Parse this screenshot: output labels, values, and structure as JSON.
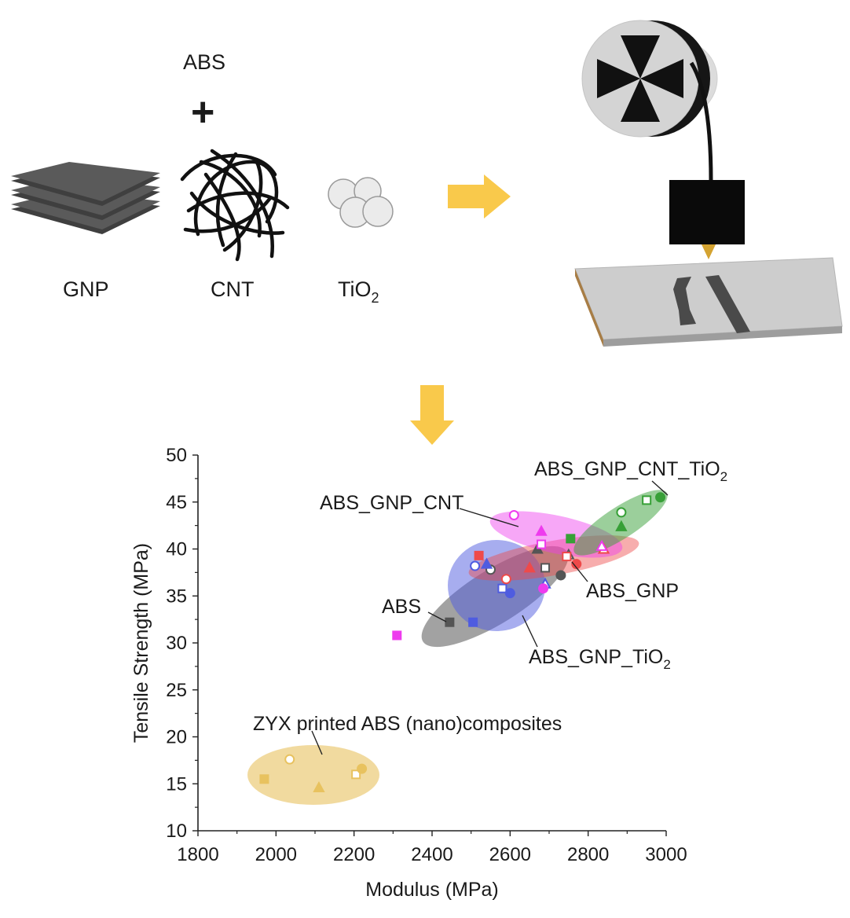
{
  "schematic": {
    "abs_label": "ABS",
    "plus_sign": "+",
    "gnp_label": "GNP",
    "cnt_label": "CNT",
    "tio2_label_main": "TiO",
    "tio2_label_sub": "2"
  },
  "chart_data": {
    "type": "scatter",
    "xlabel": "Modulus (MPa)",
    "ylabel": "Tensile Strength (MPa)",
    "xlim": [
      1800,
      3000
    ],
    "ylim": [
      10,
      50
    ],
    "xticks": [
      1800,
      2000,
      2200,
      2400,
      2600,
      2800,
      3000
    ],
    "yticks": [
      10,
      15,
      20,
      25,
      30,
      35,
      40,
      45,
      50
    ],
    "grid": false,
    "groups": [
      {
        "label": "ZYX printed ABS (nano)composites",
        "color": "#e8c25f",
        "points": [
          [
            1970,
            15.5
          ],
          [
            2035,
            17.6
          ],
          [
            2110,
            14.6
          ],
          [
            2205,
            16.0
          ],
          [
            2220,
            16.6
          ]
        ]
      },
      {
        "label": "ABS",
        "color": "#555555",
        "points": [
          [
            2445,
            32.2
          ],
          [
            2550,
            37.8
          ],
          [
            2670,
            40.0
          ],
          [
            2690,
            38.0
          ],
          [
            2730,
            37.2
          ],
          [
            2750,
            39.4
          ]
        ]
      },
      {
        "label": "ABS_GNP_TiO",
        "label_sub": "2",
        "color": "#4f5ce0",
        "points": [
          [
            2505,
            32.2
          ],
          [
            2510,
            38.2
          ],
          [
            2540,
            38.4
          ],
          [
            2580,
            35.8
          ],
          [
            2600,
            35.3
          ],
          [
            2690,
            36.3
          ]
        ]
      },
      {
        "label": "ABS_GNP",
        "color": "#ee4a4a",
        "points": [
          [
            2520,
            39.3
          ],
          [
            2590,
            36.8
          ],
          [
            2650,
            38.0
          ],
          [
            2745,
            39.2
          ],
          [
            2770,
            38.4
          ],
          [
            2840,
            40.0
          ]
        ]
      },
      {
        "label": "ABS_GNP_CNT",
        "color": "#ee3bee",
        "points": [
          [
            2310,
            30.8
          ],
          [
            2610,
            43.6
          ],
          [
            2680,
            41.9
          ],
          [
            2680,
            40.5
          ],
          [
            2685,
            35.8
          ],
          [
            2835,
            40.3
          ]
        ]
      },
      {
        "label": "ABS_GNP_CNT_TiO",
        "label_sub": "2",
        "color": "#37a037",
        "points": [
          [
            2755,
            41.1
          ],
          [
            2885,
            43.9
          ],
          [
            2885,
            42.4
          ],
          [
            2950,
            45.2
          ],
          [
            2985,
            45.5
          ]
        ]
      }
    ]
  }
}
